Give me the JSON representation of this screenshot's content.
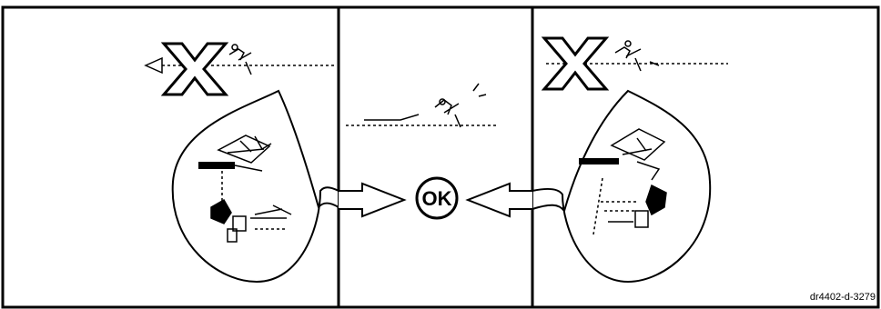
{
  "diagram": {
    "ok_label": "OK",
    "reference_code": "dr4402-d-3279",
    "panels": [
      {
        "name": "left-panel",
        "mark": "X"
      },
      {
        "name": "center-panel",
        "mark": ""
      },
      {
        "name": "right-panel",
        "mark": "X"
      }
    ],
    "line_color": "#000000",
    "background_color": "#ffffff"
  }
}
